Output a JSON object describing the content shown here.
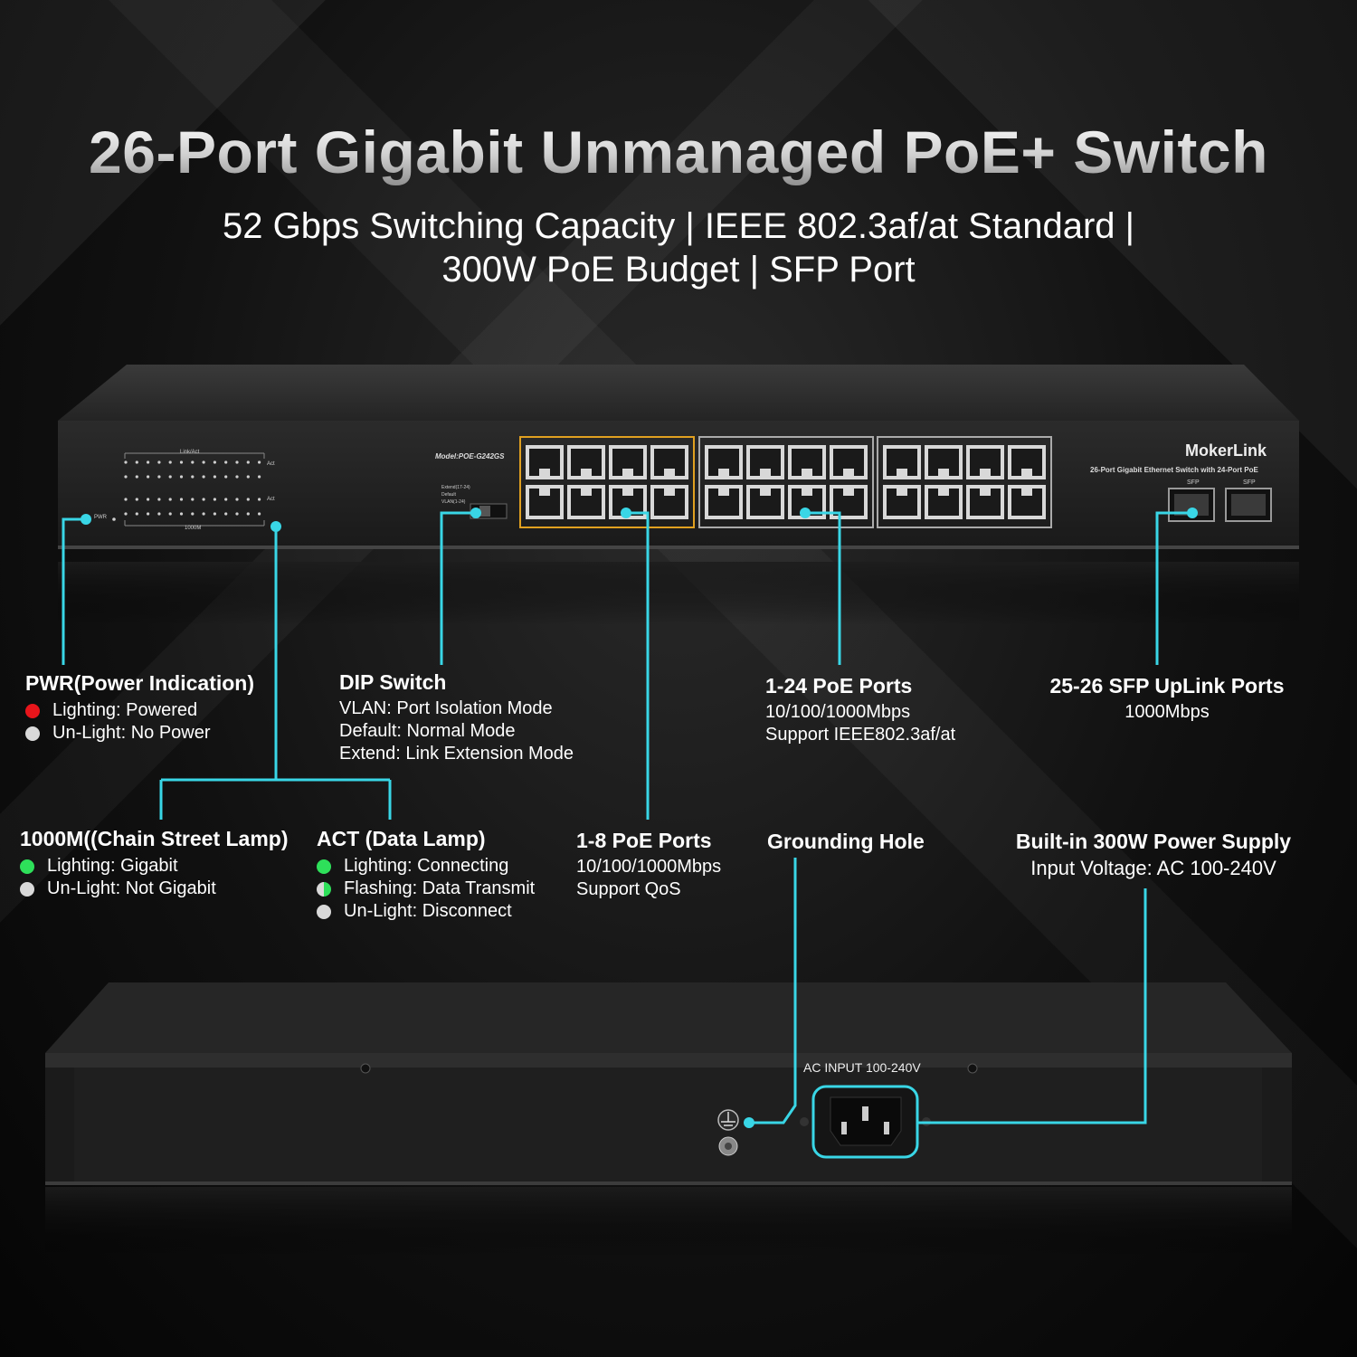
{
  "title": "26-Port Gigabit Unmanaged PoE+ Switch",
  "subtitle_line1": "52 Gbps Switching Capacity | IEEE 802.3af/at Standard |",
  "subtitle_line2": "300W PoE Budget | SFP Port",
  "device": {
    "brand": "MokerLink",
    "description": "26-Port Gigabit Ethernet Switch with 24-Port PoE",
    "model": "Model:POE-G242GS",
    "link_act": "Link/Act",
    "act": "Act",
    "speed": "1000M",
    "pwr": "PWR",
    "sfp": "SFP",
    "dip_options": [
      "Extend(17-24)",
      "Default",
      "VLAN(1-24)"
    ],
    "ac_input": "AC INPUT 100-240V"
  },
  "callouts": {
    "pwr": {
      "heading": "PWR(Power Indication)",
      "items": [
        {
          "text": "Lighting: Powered",
          "led": "#e8151b"
        },
        {
          "text": "Un-Light: No Power",
          "led": "#d9d9d9"
        }
      ]
    },
    "dip": {
      "heading": "DIP Switch",
      "lines": [
        "VLAN: Port Isolation Mode",
        "Default: Normal Mode",
        "Extend: Link Extension Mode"
      ]
    },
    "poe24": {
      "heading": "1-24 PoE Ports",
      "lines": [
        "10/100/1000Mbps",
        "Support IEEE802.3af/at"
      ]
    },
    "sfp": {
      "heading": "25-26 SFP UpLink Ports",
      "lines": [
        "1000Mbps"
      ]
    },
    "lamp1000": {
      "heading": "1000M((Chain Street Lamp)",
      "items": [
        {
          "text": "Lighting: Gigabit",
          "led": "#2ee05a"
        },
        {
          "text": "Un-Light: Not Gigabit",
          "led": "#d9d9d9"
        }
      ]
    },
    "act": {
      "heading": "ACT (Data Lamp)",
      "items": [
        {
          "text": "Lighting: Connecting",
          "led": "#2ee05a"
        },
        {
          "text": "Flashing: Data Transmit",
          "led": "half"
        },
        {
          "text": "Un-Light: Disconnect",
          "led": "#d9d9d9"
        }
      ]
    },
    "poe8": {
      "heading": "1-8 PoE Ports",
      "lines": [
        "10/100/1000Mbps",
        "Support QoS"
      ]
    },
    "ground": {
      "heading": "Grounding Hole"
    },
    "power": {
      "heading": "Built-in 300W Power Supply",
      "lines": [
        "Input Voltage: AC 100-240V"
      ]
    }
  },
  "colors": {
    "accent": "#39d6e6",
    "port_group_highlight": "#e0a020"
  }
}
